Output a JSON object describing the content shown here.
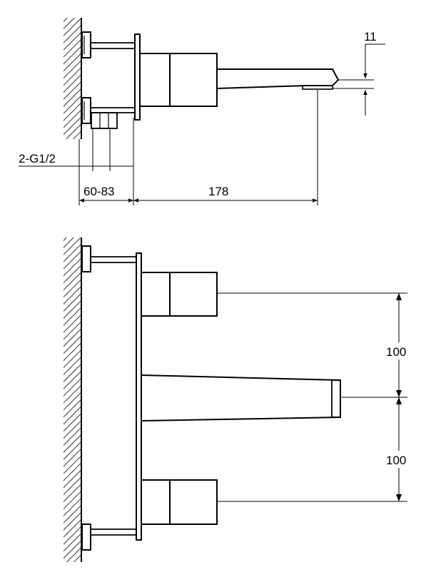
{
  "labels": {
    "spout_height": "11",
    "thread": "2-G1/2",
    "wall_depth": "60-83",
    "spout_length": "178",
    "spacing_upper": "100",
    "spacing_lower": "100"
  }
}
